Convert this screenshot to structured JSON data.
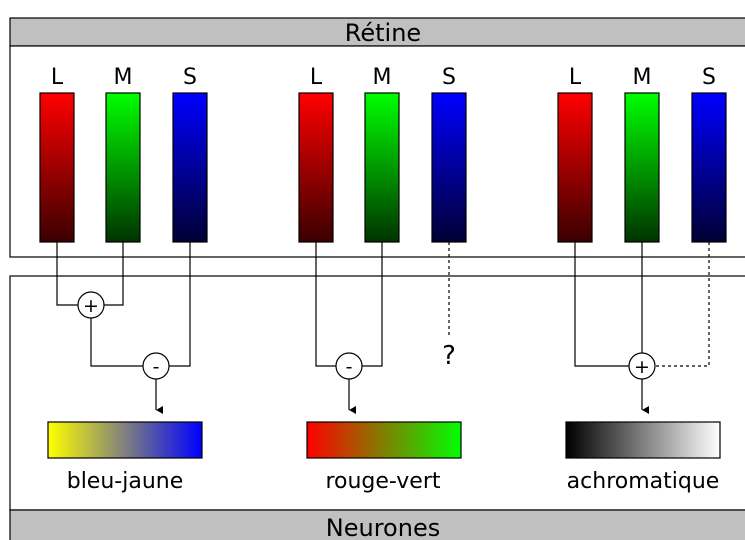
{
  "title_top": "Rétine",
  "title_bottom": "Neurones",
  "cone_letters": [
    "L",
    "M",
    "S"
  ],
  "groups": [
    {
      "operator_top": "+",
      "operator_main": "-",
      "channel_label": "bleu-jaune",
      "gradient": [
        "#ffff00",
        "#0000ff"
      ]
    },
    {
      "operator_main": "-",
      "channel_label": "rouge-vert",
      "unknown_mark": "?",
      "gradient": [
        "#ff0000",
        "#00ff00"
      ]
    },
    {
      "operator_main": "+",
      "channel_label": "achromatique",
      "gradient": [
        "#000000",
        "#ffffff"
      ]
    }
  ],
  "colors": {
    "header_bg": "#c0c0c0",
    "cone_L": [
      "#ff0000",
      "#3a0000"
    ],
    "cone_M": [
      "#00ff00",
      "#003300"
    ],
    "cone_S": [
      "#0000ff",
      "#000033"
    ]
  }
}
